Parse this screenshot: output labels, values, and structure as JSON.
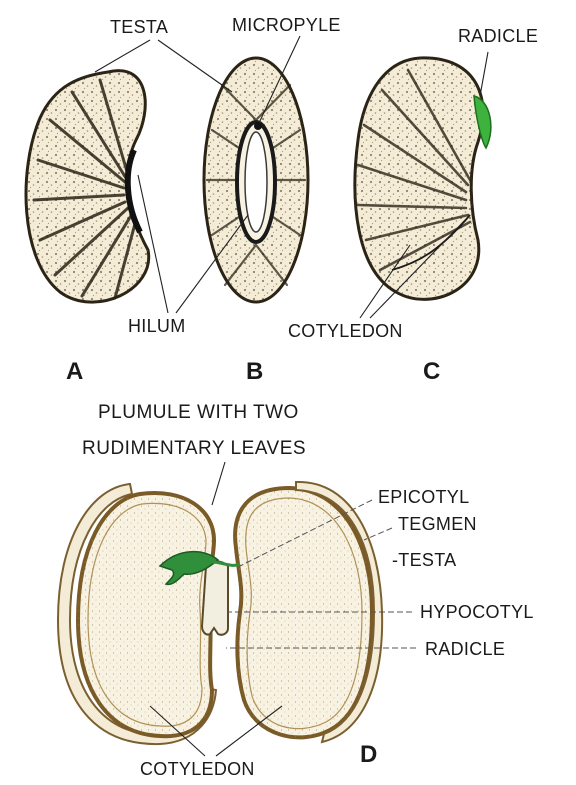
{
  "seed_views": {
    "labels": {
      "testa": "TESTA",
      "micropyle": "MICROPYLE",
      "radicle": "RADICLE",
      "hilum": "HILUM",
      "cotyledon": "COTYLEDON"
    },
    "panel_letters": [
      "A",
      "B",
      "C"
    ]
  },
  "section": {
    "plumule_line1": "PLUMULE WITH TWO",
    "plumule_line2": "RUDIMENTARY LEAVES",
    "labels": {
      "epicotyl": "EPICOTYL",
      "tegmen": "TEGMEN",
      "testa": "-TESTA",
      "hypocotyl": "HYPOCOTYL",
      "radicle": "RADICLE",
      "cotyledon": "COTYLEDON"
    },
    "panel_letter": "D"
  },
  "colors": {
    "seed_coat": "#8a6a2e",
    "seed_speckle": "#2b2416",
    "radicle_green": "#3db23d",
    "plumule_green": "#2f8f3a"
  }
}
